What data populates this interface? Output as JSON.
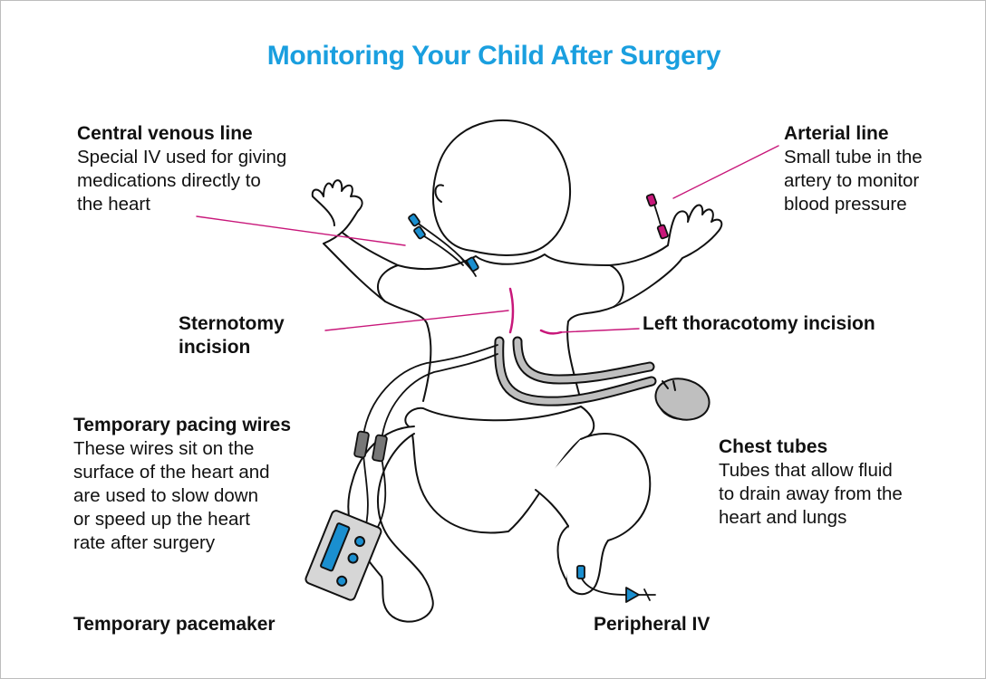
{
  "title": "Monitoring Your Child After Surgery",
  "colors": {
    "title": "#1a9fdf",
    "leader": "#c8177a",
    "outline": "#111111",
    "tube_fill": "#bfbfbf",
    "device_fill": "#d6d6d6",
    "iv_cap": "#1a8fd0",
    "arterial_cap": "#c8177a"
  },
  "callouts": {
    "central_line": {
      "heading": "Central venous line",
      "lines": [
        "Special IV used for giving",
        "medications directly to",
        "the heart"
      ]
    },
    "arterial_line": {
      "heading": "Arterial line",
      "lines": [
        "Small tube in the",
        "artery to monitor",
        "blood pressure"
      ]
    },
    "sternotomy": {
      "heading_lines": [
        "Sternotomy",
        "incision"
      ]
    },
    "thoracotomy": {
      "heading": "Left thoracotomy incision"
    },
    "pacing_wires": {
      "heading": "Temporary pacing wires",
      "lines": [
        "These wires sit on the",
        "surface of the heart and",
        "are used to slow down",
        "or speed up the heart",
        "rate after surgery"
      ]
    },
    "chest_tubes": {
      "heading": "Chest tubes",
      "lines": [
        "Tubes that allow fluid",
        "to drain away from the",
        "heart and lungs"
      ]
    },
    "pacemaker": {
      "heading": "Temporary pacemaker"
    },
    "peripheral_iv": {
      "heading": "Peripheral IV"
    }
  }
}
